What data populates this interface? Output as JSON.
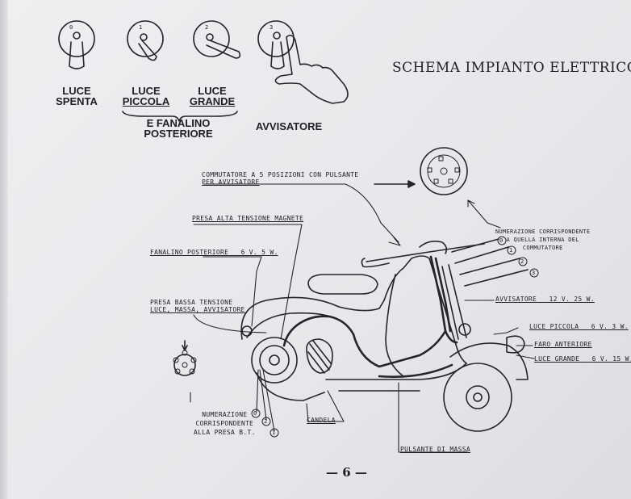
{
  "title": "SCHEMA IMPIANTO ELETTRICO",
  "switch_positions": [
    {
      "line1": "LUCE",
      "line2": "SPENTA"
    },
    {
      "line1": "LUCE",
      "line2": "PICCOLA"
    },
    {
      "line1": "LUCE",
      "line2": "GRANDE"
    },
    {
      "line1": "E FANALINO",
      "line2": "POSTERIORE"
    },
    {
      "line1": "AVVISATORE",
      "line2": ""
    }
  ],
  "callouts": {
    "commutatore_l1": "COMMUTATORE A 5 POSIZIONI CON PULSANTE",
    "commutatore_l2": "PER AVVISATORE",
    "presa_alta": "PRESA ALTA TENSIONE MAGNETE",
    "fanalino_label": "FANALINO POSTERIORE",
    "fanalino_rating": "6 V. 5 W.",
    "presa_bassa_l1": "PRESA BASSA TENSIONE",
    "presa_bassa_l2": "LUCE, MASSA, AVVISATORE",
    "numerazione_right_l1": "NUMERAZIONE CORRISPONDENTE",
    "numerazione_right_l2": "A QUELLA INTERNA DEL",
    "numerazione_right_l3": "COMMUTATORE",
    "avvisatore_label": "AVVISATORE",
    "avvisatore_rating": "12 V. 25 W.",
    "luce_piccola_label": "LUCE PICCOLA",
    "luce_piccola_rating": "6 V. 3 W.",
    "faro_anteriore": "FARO ANTERIORE",
    "luce_grande_label": "LUCE GRANDE",
    "luce_grande_rating": "6 V. 15 W.",
    "numerazione_left_l1": "NUMERAZIONE",
    "numerazione_left_l2": "CORRISPONDENTE",
    "numerazione_left_l3": "ALLA PRESA B.T.",
    "candela": "CANDELA",
    "pulsante_massa": "PULSANTE DI MASSA"
  },
  "wire_numbers": [
    "0",
    "1",
    "2",
    "3"
  ],
  "dial_numbers": [
    "0",
    "1",
    "2",
    "3"
  ],
  "page_number": "— 6 —"
}
